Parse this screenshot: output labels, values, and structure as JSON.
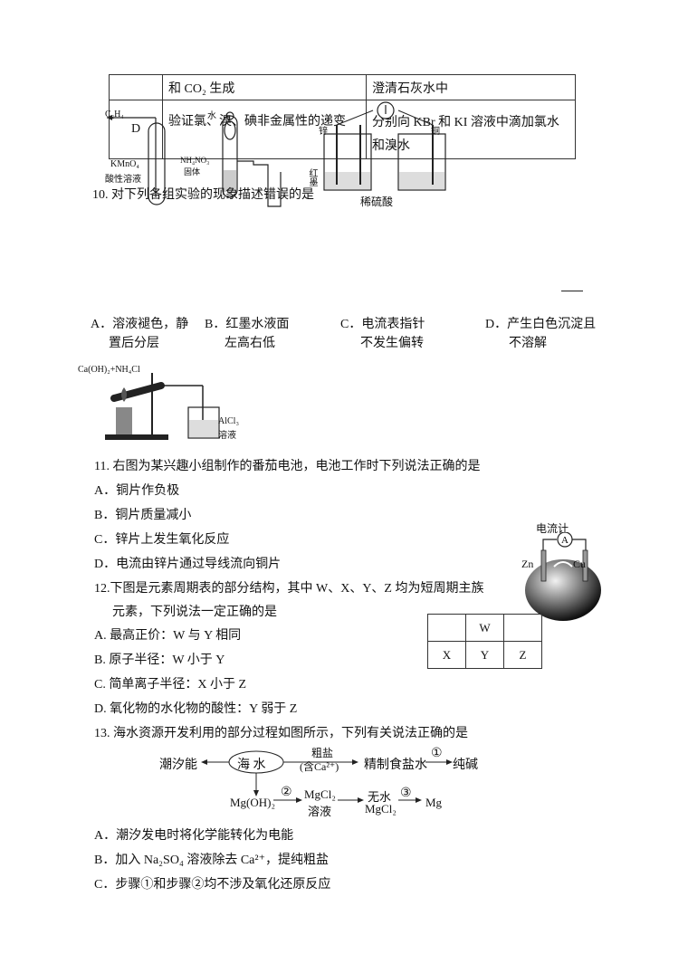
{
  "top_table": {
    "row1_col2": "和 CO₂ 生成",
    "row1_col3": "澄清石灰水中",
    "row2_col1": "D",
    "row2_col2": "验证氯、溴、碘非金属性的递变",
    "row2_col3a": "分别向 KBr 和 KI 溶液中滴加氯水",
    "row2_col3b": "和溴水"
  },
  "apparatus_labels": {
    "c2h4": "C₂H₄",
    "kmno4": "KMnO₄",
    "kmno4_b": "酸性溶液",
    "water": "水",
    "nh4no3": "NH₄NO₃",
    "nh4no3_b": "固体",
    "red_ink": "红墨",
    "zn": "锌",
    "cu": "铜",
    "dilute_acid": "稀硫酸",
    "caoh": "Ca(OH)₂+NH₄Cl",
    "alcl3": "AlCl₃",
    "alcl3_b": "溶液"
  },
  "q10": {
    "stem": "10. 对下列各组实验的现象描述错误的是",
    "a1": "A．溶液褪色，静",
    "a2": "置后分层",
    "b1": "B．红墨水液面",
    "b2": "左高右低",
    "c1": "C．电流表指针",
    "c2": "不发生偏转",
    "d1": "D．产生白色沉淀且",
    "d2": "不溶解"
  },
  "q11": {
    "stem": "11. 右图为某兴趣小组制作的番茄电池，电池工作时下列说法正确的是",
    "a": "A．铜片作负极",
    "b": "B．铜片质量减小",
    "c": "C．锌片上发生氧化反应",
    "d": "D．电流由锌片通过导线流向铜片",
    "meter": "电流计",
    "meter_symbol": "A",
    "zn": "Zn",
    "cu": "Cu"
  },
  "q12": {
    "stem1": "12.下图是元素周期表的部分结构，其中 W、X、Y、Z 均为短周期主族",
    "stem2": "元素，下列说法一定正确的是",
    "a": "A. 最高正价：W 与 Y 相同",
    "b": "B. 原子半径：W 小于 Y",
    "c": "C. 简单离子半径：X 小于 Z",
    "d": "D. 氧化物的水化物的酸性：Y 弱于 Z",
    "table": [
      [
        "",
        "W",
        ""
      ],
      [
        "X",
        "Y",
        "Z"
      ]
    ]
  },
  "q13": {
    "stem": "13. 海水资源开发利用的部分过程如图所示，下列有关说法正确的是",
    "tidal": "潮汐能",
    "seawater": "海 水",
    "crude_salt": "粗盐",
    "crude_salt_b": "(含Ca²⁺)",
    "refined": "精制食盐水",
    "step1": "①",
    "soda": "纯碱",
    "mgoh2": "Mg(OH)₂",
    "step2": "②",
    "mgcl2": "MgCl₂",
    "mgcl2_b": "溶液",
    "anhydrous": "无水",
    "anhydrous_b": "MgCl₂",
    "step3": "③",
    "mg": "Mg",
    "a": "A．潮汐发电时将化学能转化为电能",
    "b": "B．加入 Na₂SO₄ 溶液除去 Ca²⁺，提纯粗盐",
    "c": "C．步骤①和步骤②均不涉及氧化还原反应"
  }
}
